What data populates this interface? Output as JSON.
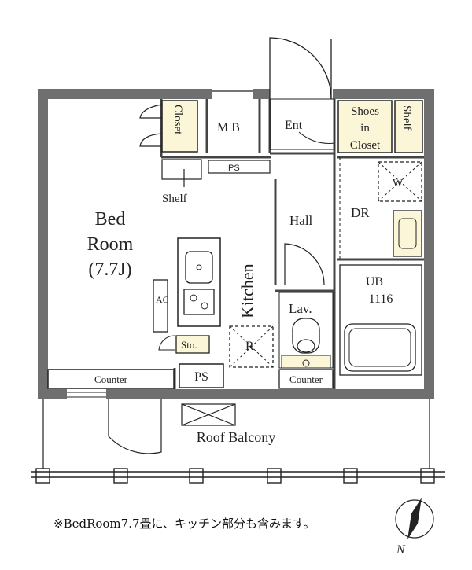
{
  "rooms": {
    "bedroom_title": "Bed",
    "bedroom_title2": "Room",
    "bedroom_size": "(7.7J)",
    "closet": "Closet",
    "mb": "M B",
    "ent": "Ent",
    "shoes1": "Shoes",
    "shoes2": "in",
    "shoes3": "Closet",
    "shelf_tall": "Shelf",
    "ps_top": "PS",
    "shelf": "Shelf",
    "hall": "Hall",
    "dr": "DR",
    "w": "W",
    "kitchen": "Kitchen",
    "r": "R",
    "ac": "AC",
    "sto": "Sto.",
    "lav": "Lav.",
    "ub": "UB",
    "ub_size": "1116",
    "counter_left": "Counter",
    "ps_bottom": "PS",
    "counter_right": "Counter",
    "balcony": "Roof Balcony"
  },
  "footer_note": "※BedRoom7.7畳に、キッチン部分も含みます。",
  "compass": "N",
  "colors": {
    "wall": "#6f6f6f",
    "storage_fill": "#fbf6d8",
    "line": "#222222"
  }
}
